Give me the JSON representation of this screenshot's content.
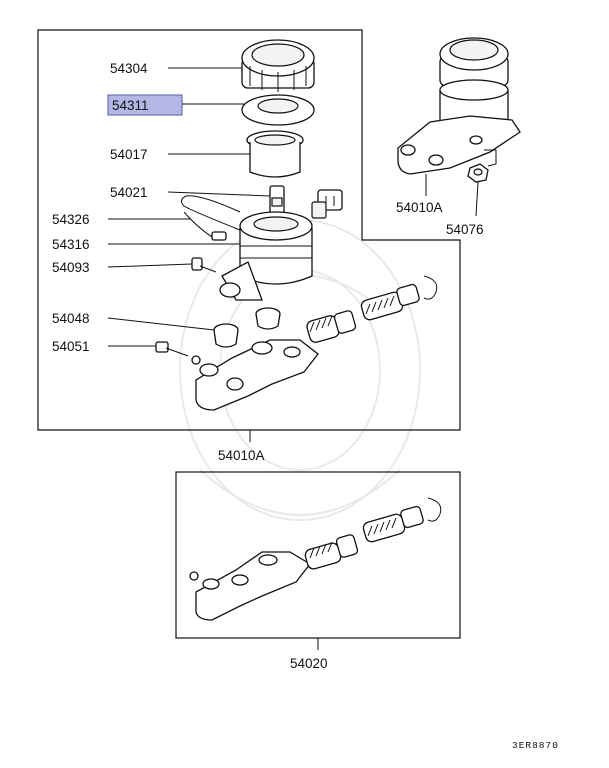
{
  "labels": {
    "p54304": "54304",
    "p54311": "54311",
    "p54017": "54017",
    "p54021": "54021",
    "p54326": "54326",
    "p54316": "54316",
    "p54093": "54093",
    "p54048": "54048",
    "p54051": "54051",
    "p54010A_main": "54010A",
    "p54010A_right": "54010A",
    "p54076": "54076",
    "p54020": "54020"
  },
  "highlighted_part": "54311",
  "colors": {
    "highlight_fill": "#b3b7e6",
    "highlight_border": "#5a5f9e",
    "line": "#111111"
  },
  "diagram_code": "3ER8870"
}
